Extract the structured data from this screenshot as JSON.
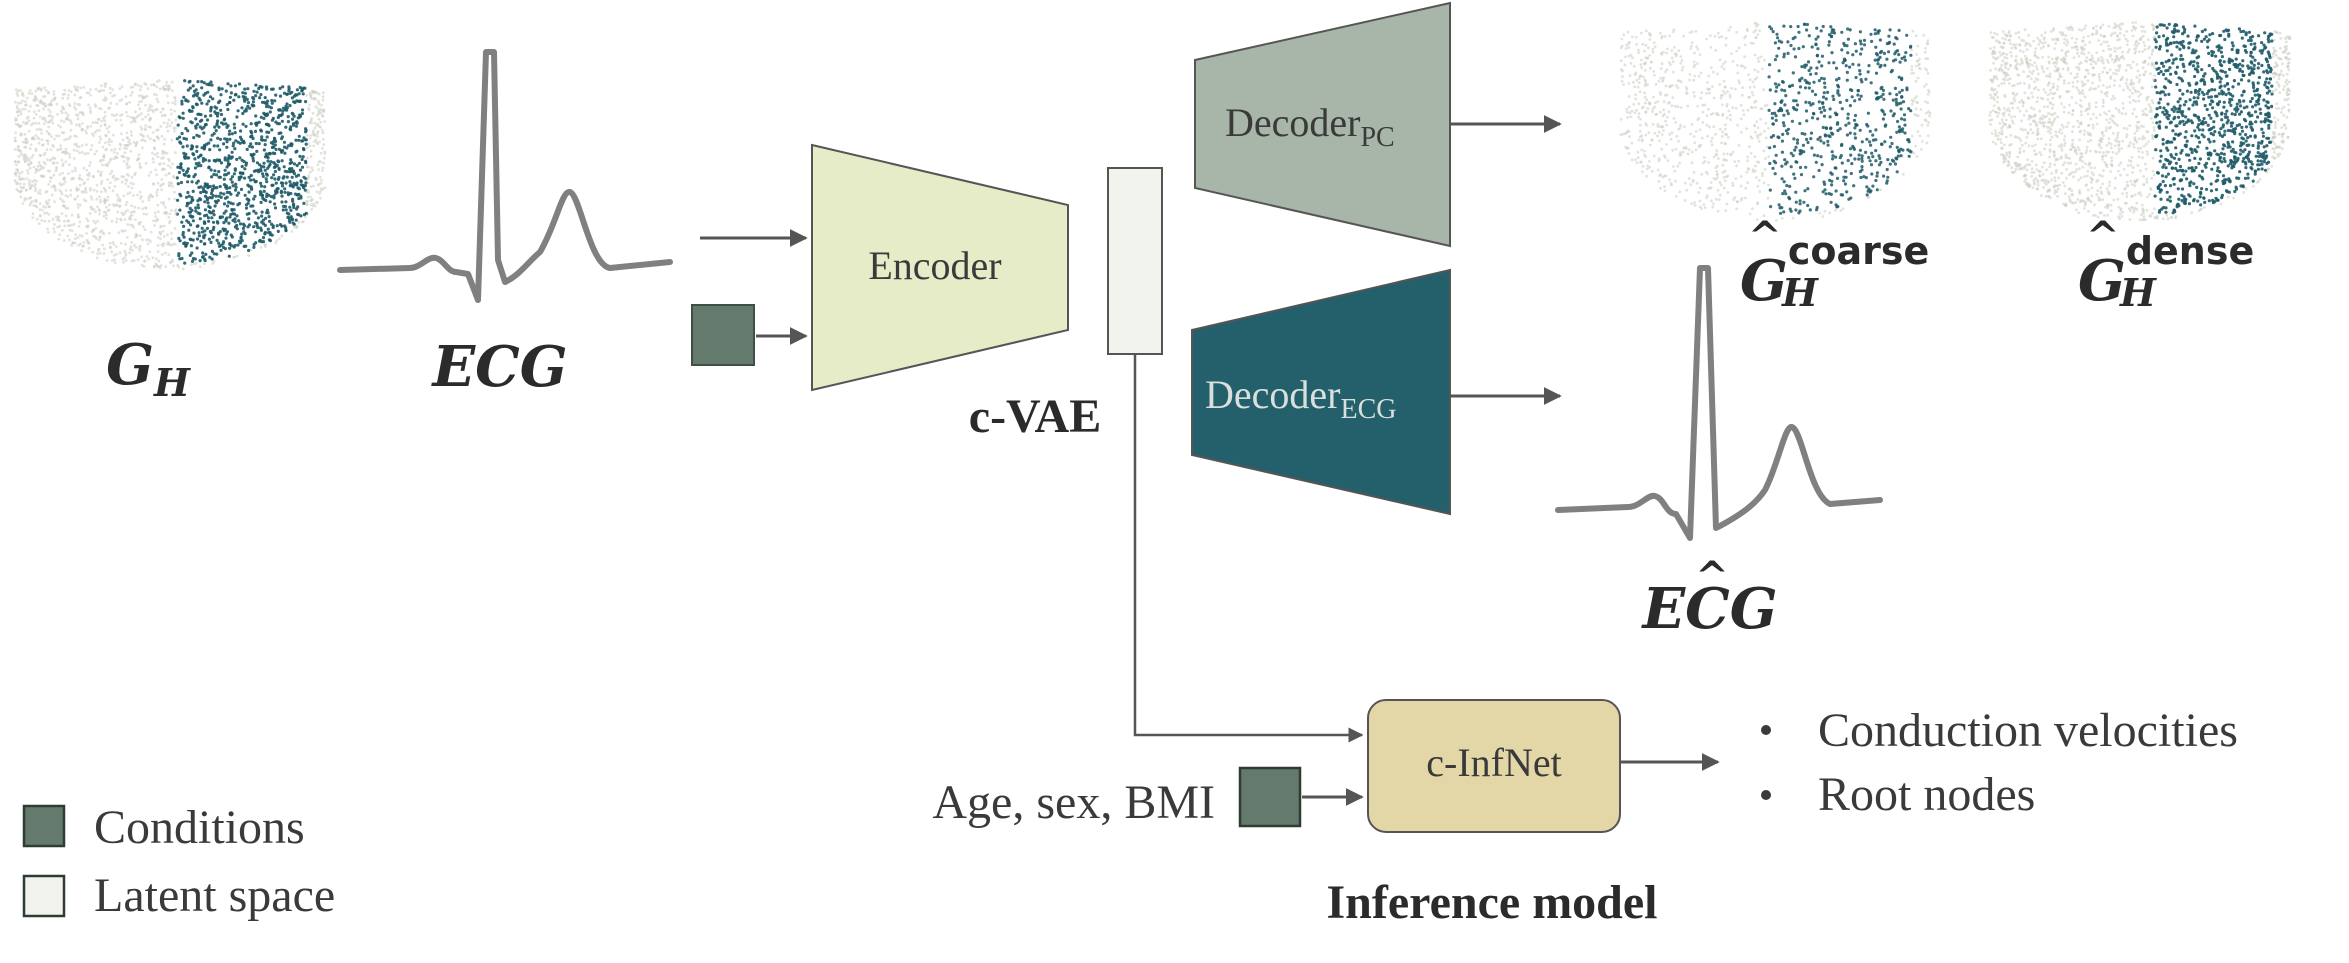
{
  "colors": {
    "encoder_fill": "#e6ecc8",
    "decoder_pc_fill": "#a8b5a9",
    "decoder_ecg_fill": "#245f6c",
    "latent_fill": "#f1f3ec",
    "condition_fill": "#647a6c",
    "infnet_fill": "#e3d7a7",
    "arrow": "#555555",
    "heart_light": "#c9cdc0",
    "heart_dark": "#1e5b67"
  },
  "labels": {
    "gh_base": "G",
    "gh_sub": "H",
    "ecg_input": "ECG",
    "encoder": "Encoder",
    "cvae": "c-VAE",
    "decoder_pc_base": "Decoder",
    "decoder_pc_sub": "PC",
    "decoder_ecg_base": "Decoder",
    "decoder_ecg_sub": "ECG",
    "gh_coarse_base": "G",
    "gh_coarse_sub": "H",
    "gh_coarse_sup": "coarse",
    "gh_dense_base": "G",
    "gh_dense_sub": "H",
    "gh_dense_sup": "dense",
    "ecg_output": "ECG",
    "infnet": "c-InfNet",
    "demographics": "Age, sex, BMI",
    "inference_model": "Inference model"
  },
  "outputs": [
    "Conduction velocities",
    "Root nodes"
  ],
  "legend": [
    {
      "label": "Conditions",
      "swatch": "condition"
    },
    {
      "label": "Latent space",
      "swatch": "latent"
    }
  ]
}
